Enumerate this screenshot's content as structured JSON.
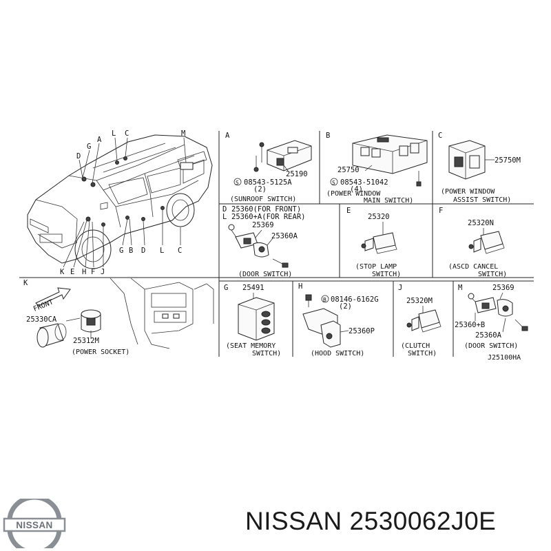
{
  "diagram_code": "J25100HA",
  "footer": {
    "text": "NISSAN 2530062J0E"
  },
  "logo": {
    "text": "NISSAN",
    "color": "#8a8f96"
  },
  "overview": {
    "callouts_top": [
      "G",
      "D",
      "A",
      "L",
      "C",
      "M"
    ],
    "callouts_bottom": [
      "K",
      "E",
      "H",
      "F",
      "J",
      "G",
      "B",
      "D",
      "L",
      "C"
    ]
  },
  "panels": {
    "A": {
      "letter": "A",
      "caption": "(SUNROOF SWITCH)",
      "parts": [
        "25190",
        "08543-5125A",
        "(2)"
      ]
    },
    "B": {
      "letter": "B",
      "caption_1": "(POWER WINDOW",
      "caption_2": "MAIN SWITCH)",
      "parts": [
        "25750",
        "08543-51042",
        "(4)"
      ]
    },
    "C": {
      "letter": "C",
      "caption_1": "(POWER WINDOW",
      "caption_2": "ASSIST SWITCH)",
      "parts": [
        "25750M"
      ]
    },
    "D": {
      "letter": "D",
      "line1": "25360(FOR FRONT)",
      "line2_letter": "L",
      "line2": "25360+A(FOR REAR)",
      "caption": "(DOOR SWITCH)",
      "parts": [
        "25369",
        "25360A"
      ]
    },
    "E": {
      "letter": "E",
      "caption_1": "(STOP LAMP",
      "caption_2": "SWITCH)",
      "parts": [
        "25320"
      ]
    },
    "F": {
      "letter": "F",
      "caption_1": "(ASCD CANCEL",
      "caption_2": "SWITCH)",
      "parts": [
        "25320N"
      ]
    },
    "K": {
      "letter": "K",
      "caption": "(POWER SOCKET)",
      "front": "FRONT",
      "parts": [
        "25330CA",
        "25312M"
      ]
    },
    "G": {
      "letter": "G",
      "caption_1": "(SEAT MEMORY",
      "caption_2": "SWITCH)",
      "parts": [
        "25491"
      ]
    },
    "H": {
      "letter": "H",
      "caption": "(HOOD SWITCH)",
      "parts": [
        "08146-6162G",
        "(2)",
        "25360P"
      ]
    },
    "J": {
      "letter": "J",
      "caption_1": "(CLUTCH",
      "caption_2": "SWITCH)",
      "parts": [
        "25320M"
      ]
    },
    "M": {
      "letter": "M",
      "caption": "(DOOR SWITCH)",
      "parts": [
        "25369",
        "25360+B",
        "25360A"
      ]
    }
  }
}
